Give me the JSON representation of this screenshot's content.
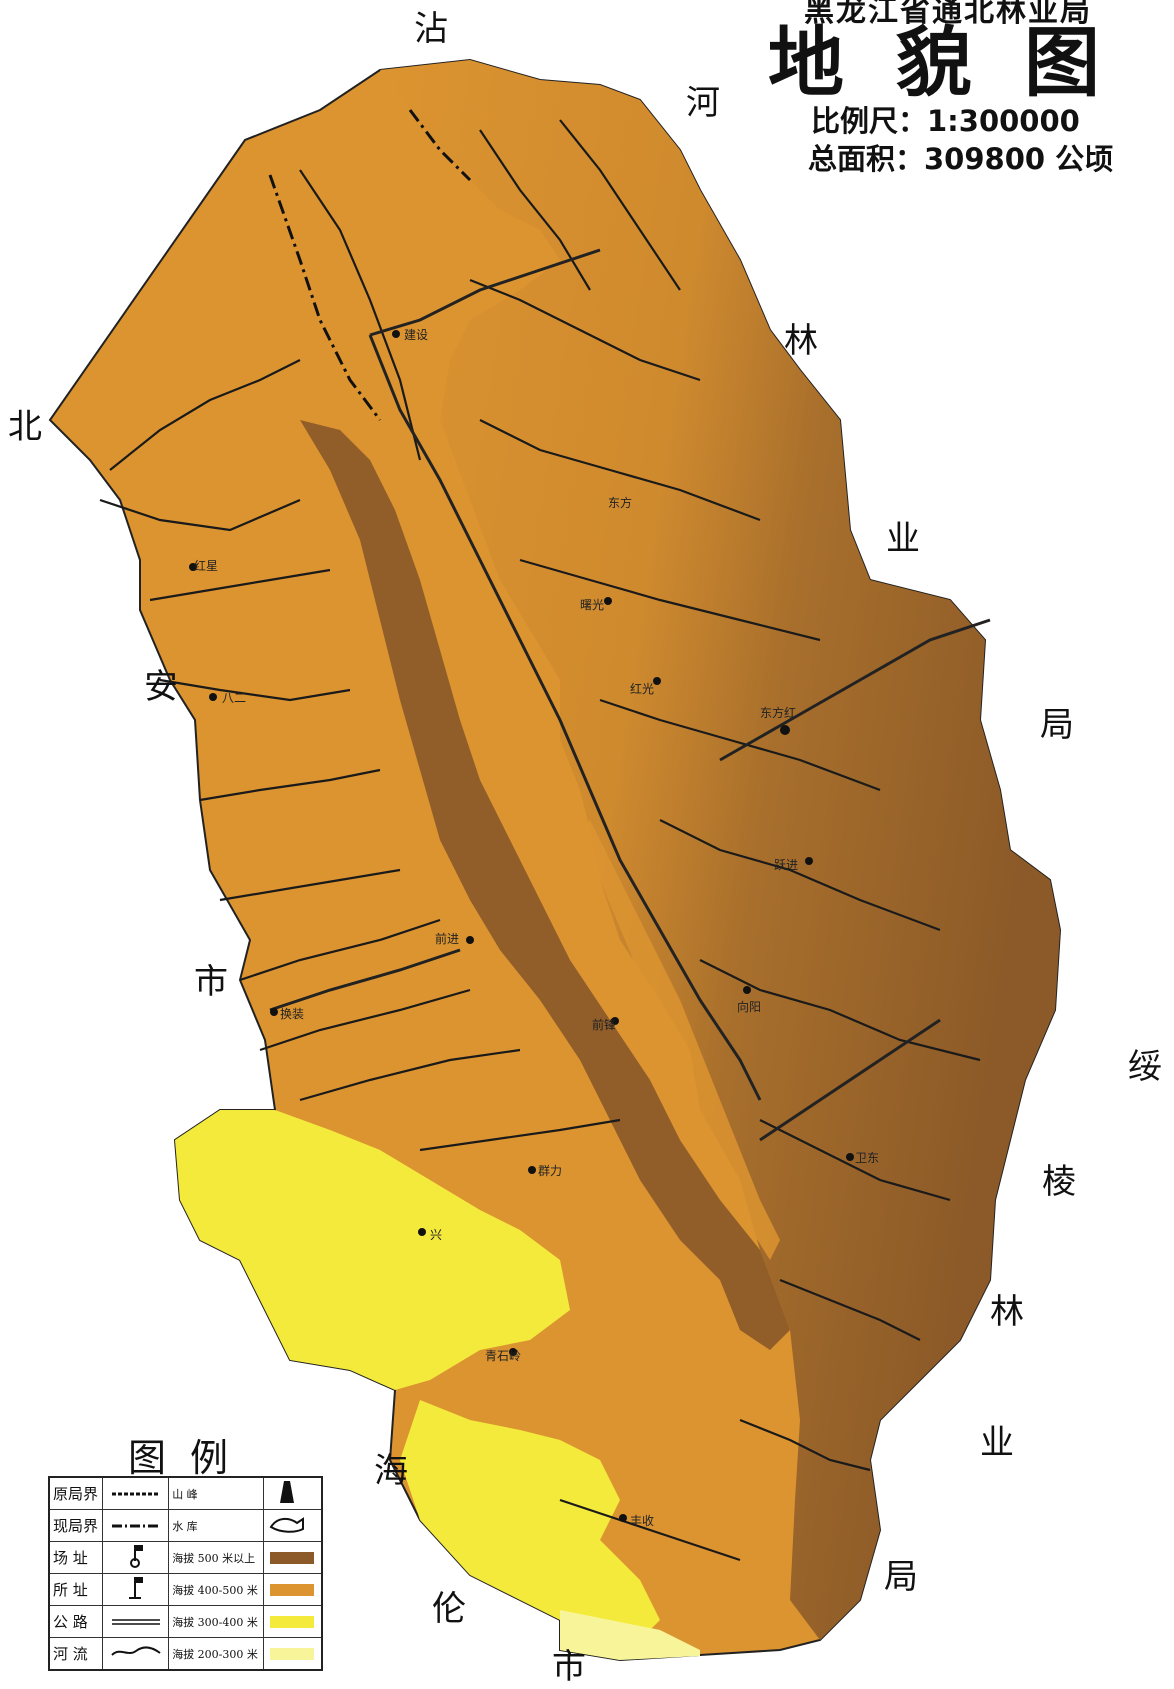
{
  "title": {
    "org": "黑龙江省通北林业局",
    "main": "地貌图",
    "scale": "比例尺：1:300000",
    "area": "总面积：309800 公顷"
  },
  "neighbors": {
    "north_1": "沾",
    "north_2": "河",
    "ne_1": "林",
    "ne_2": "业",
    "ne_3": "局",
    "west_1": "北",
    "west_2": "安",
    "west_3": "市",
    "east_1": "绥",
    "east_2": "棱",
    "east_3": "林",
    "east_4": "业",
    "east_5": "局",
    "south_1": "海",
    "south_2": "伦",
    "south_3": "市"
  },
  "places": {
    "jianshe": "建设",
    "hongxing": "红星",
    "bayi": "八二",
    "shuguang": "曙光",
    "hongqi": "红光",
    "dongfanghong": "东方红",
    "yuejin": "跃进",
    "qianjin": "前进",
    "huanzhuang": "换装",
    "qianfeng": "前锋",
    "xiangyang": "向阳",
    "weidong": "卫东",
    "qunli": "群力",
    "shuangshi": "青石岭",
    "fengshou": "丰收",
    "xing": "兴",
    "dongfang": "东方"
  },
  "legend": {
    "title": "图例",
    "rows": [
      {
        "label": "原局界",
        "symbol": "boundary-old-line",
        "label2": "山  峰",
        "symbol2": "peak-symbol"
      },
      {
        "label": "现局界",
        "symbol": "boundary-current-line",
        "label2": "水  库",
        "symbol2": "reservoir-symbol"
      },
      {
        "label": "场  址",
        "symbol": "farm-site-symbol",
        "label2": "海拔 500 米以上",
        "color2": "#8c5a28"
      },
      {
        "label": "所  址",
        "symbol": "station-site-symbol",
        "label2": "海拔 400-500 米",
        "color2": "#dc9430"
      },
      {
        "label": "公  路",
        "symbol": "road-double-line",
        "label2": "海拔 300-400 米",
        "color2": "#f4ea3c"
      },
      {
        "label": "河  流",
        "symbol": "river-line",
        "label2": "海拔 200-300 米",
        "color2": "#f8f49a"
      }
    ]
  },
  "colors": {
    "elev_500_plus": "#8c5a28",
    "elev_400_500": "#dc9430",
    "elev_300_400": "#f4ea3c",
    "elev_200_300": "#f8f49a",
    "river": "#1a1a1a"
  }
}
